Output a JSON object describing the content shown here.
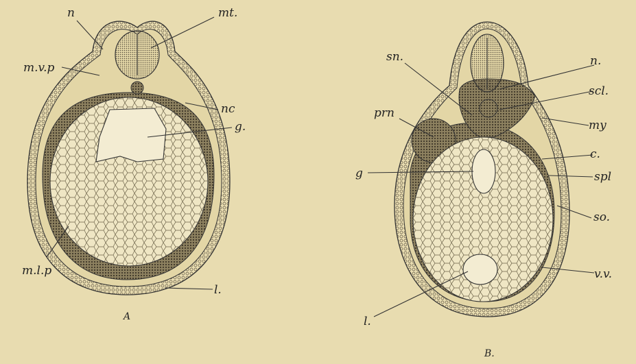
{
  "figure_a": {
    "caption": "A",
    "labels": {
      "n": "n",
      "mt": "mt.",
      "mvp": "m.v.p",
      "nc": "nc",
      "g": "g.",
      "mlp": "m.l.p",
      "l": "l."
    }
  },
  "figure_b": {
    "caption": "B.",
    "labels": {
      "sn": "sn.",
      "n": "n.",
      "scl": "scl.",
      "my": "my",
      "prn": "prn",
      "c": "c.",
      "g": "g",
      "spl": "spl",
      "so": "so.",
      "vv": "v.v.",
      "l": "l."
    }
  },
  "colors": {
    "background": "#e8dcb0",
    "ink": "#222222",
    "dark_tissue": "#5a5140",
    "yolk_fill": "#efe6c4"
  }
}
